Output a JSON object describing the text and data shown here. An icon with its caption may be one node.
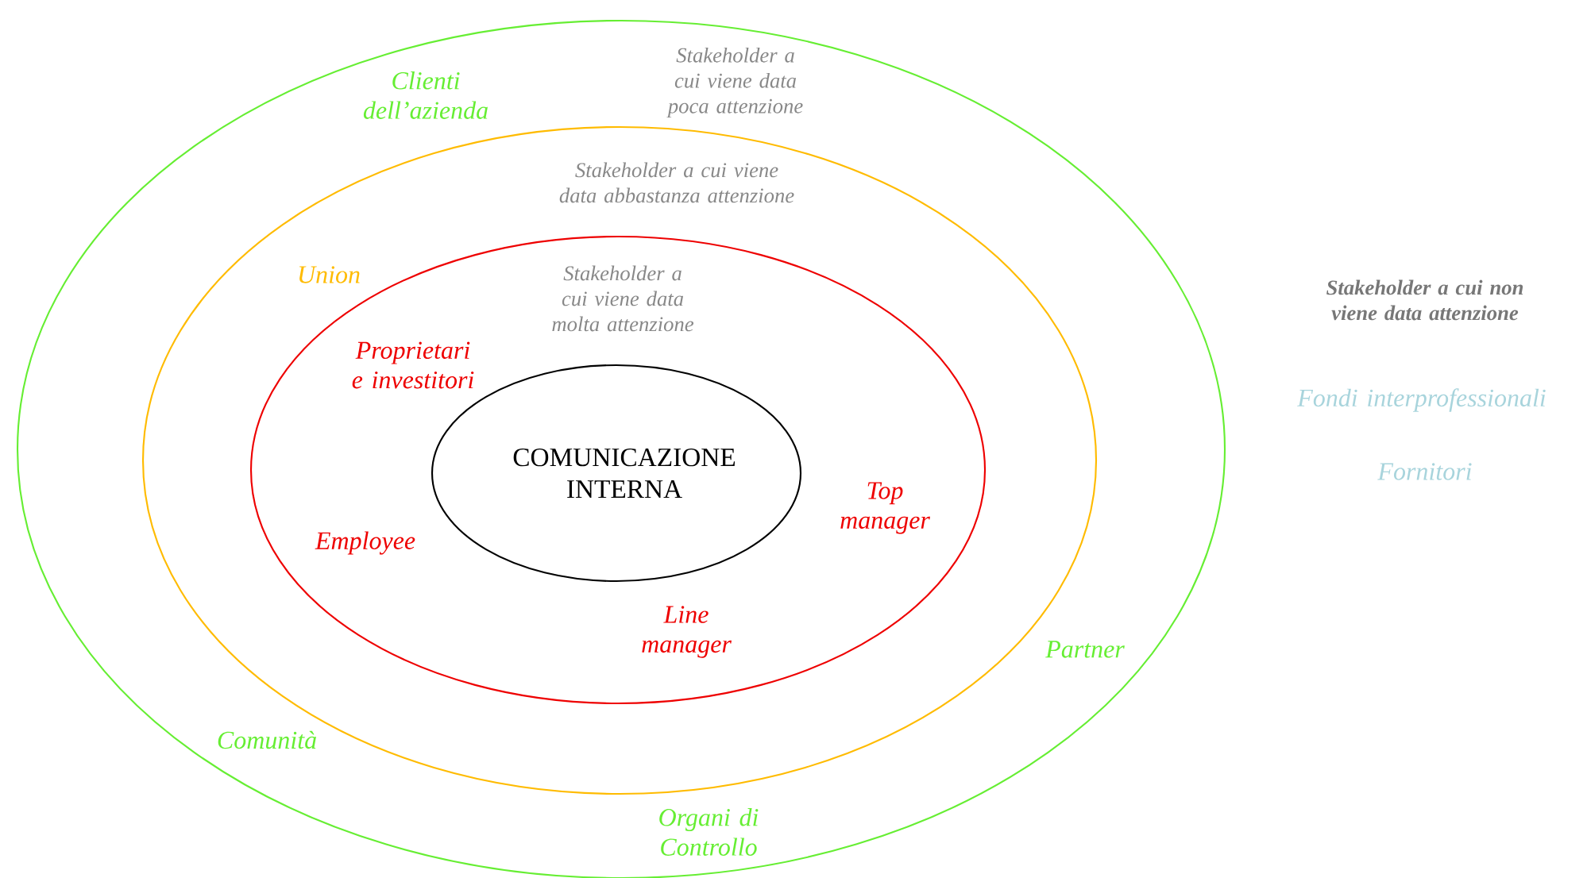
{
  "diagram": {
    "nodes": [
      {
        "text": [
          "Clienti dell’azienda",
          "Stakeholder a cui viene data poca attenzione",
          "Partner",
          "Comunità",
          "Organi di Controllo"
        ]
      },
      {
        "text": [
          "Stakeholder a cui viene data abbastanza attenzione",
          "Union"
        ],
        "in": 0
      },
      {
        "text": [
          "Stakeholder a cui viene data molta attenzione",
          "Proprietari e investitori",
          "Top manager",
          "Employee",
          "Line manager"
        ],
        "in": 1
      },
      {
        "text": [
          "COMUNICAZIONE INTERNA"
        ],
        "in": 2
      }
    ],
    "labels": [
      "Stakeholder a cui non viene data attenzione",
      "Fondi interprofessionali",
      "Fornitori"
    ]
  }
}
